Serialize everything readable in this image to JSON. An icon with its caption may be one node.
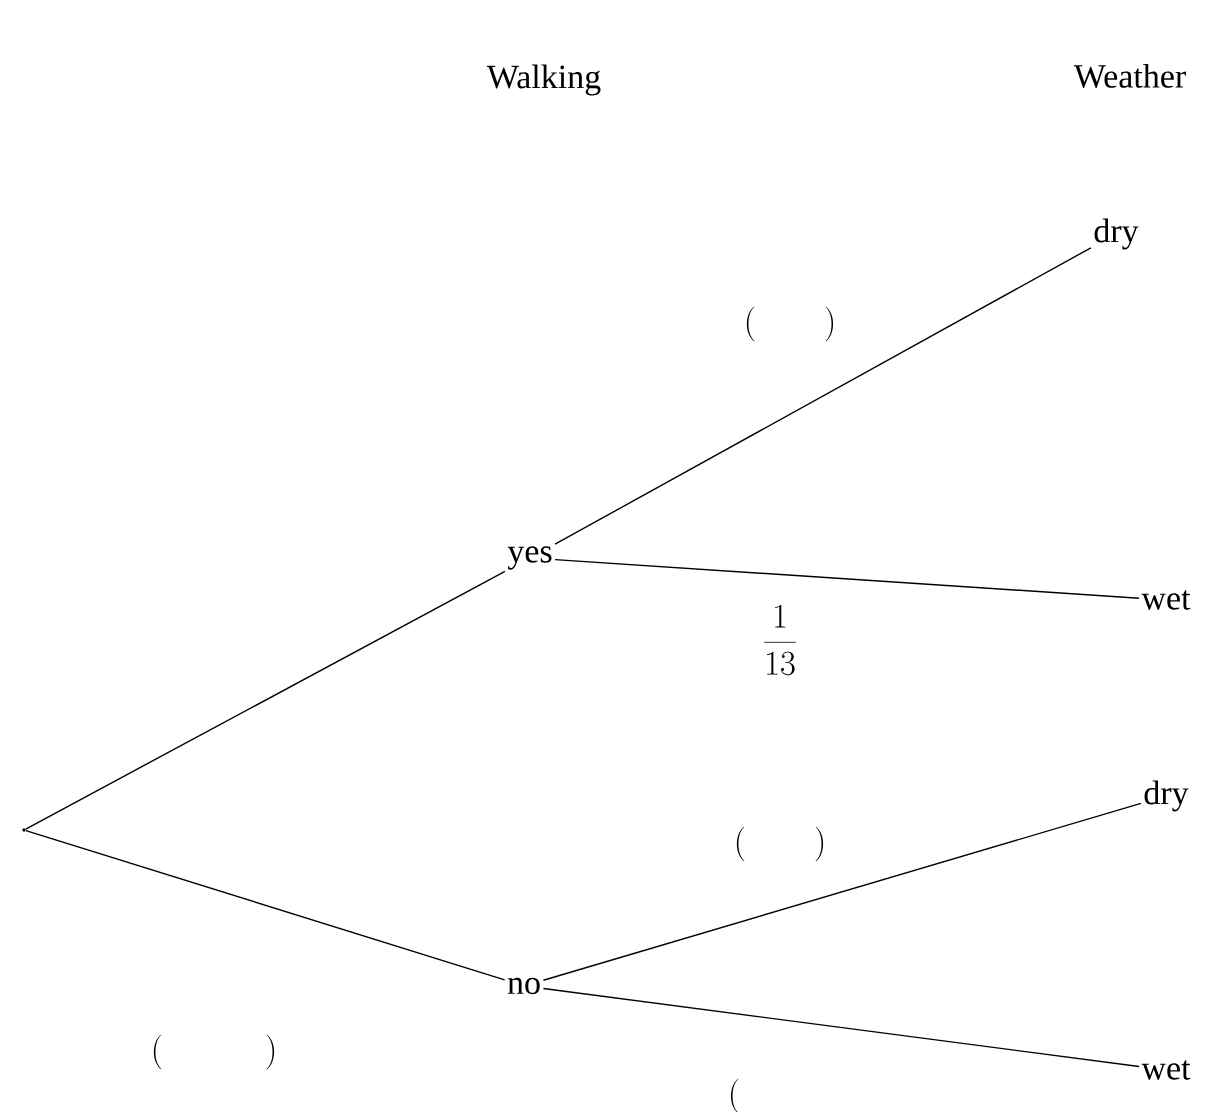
{
  "diagram": {
    "nodes": [
      {
        "text": [],
        "shape": "point"
      },
      {
        "text": [
          "yes"
        ]
      },
      {
        "text": [
          "no"
        ]
      },
      {
        "text": [
          "dry"
        ]
      },
      {
        "text": [
          "wet"
        ]
      },
      {
        "text": [
          "dry"
        ]
      },
      {
        "text": [
          "wet"
        ]
      }
    ],
    "edges": [
      {
        "from": 0,
        "to": 1,
        "arrow": "none"
      },
      {
        "from": 0,
        "to": 2,
        "arrow": "none"
      },
      {
        "from": 1,
        "to": 3,
        "arrow": "none",
        "label": "(\\qquad)"
      },
      {
        "from": 1,
        "to": 4,
        "arrow": "none",
        "label": "\\frac{1}{13}"
      },
      {
        "from": 2,
        "to": 5,
        "arrow": "none",
        "label": "(\\qquad)"
      },
      {
        "from": 2,
        "to": 6,
        "arrow": "none",
        "label": "("
      }
    ],
    "labels": [
      "Walking",
      "Weather",
      "(\\qquad\\quad)"
    ]
  }
}
